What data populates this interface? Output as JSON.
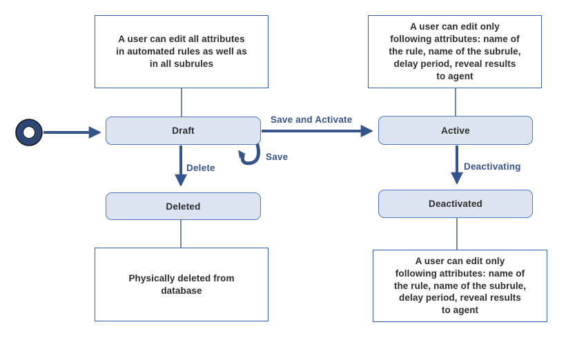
{
  "colors": {
    "state_fill": "#dbe4f0",
    "state_border": "#4a78bb",
    "note_border": "#2e5ca6",
    "arrow": "#35548c",
    "text": "#2b2b2b",
    "ring": "#2d4673",
    "ring_outline": "#16181d"
  },
  "states": {
    "draft": {
      "label": "Draft"
    },
    "active": {
      "label": "Active"
    },
    "deleted": {
      "label": "Deleted"
    },
    "deactivated": {
      "label": "Deactivated"
    }
  },
  "annotations": {
    "draft_note": {
      "text": "A user can edit all attributes\nin automated rules as well as\nin all subrules"
    },
    "active_note": {
      "text": "A user can edit only\nfollowing attributes: name of\nthe rule, name of the subrule,\ndelay period, reveal results\nto agent"
    },
    "deleted_note": {
      "text": "Physically deleted from\ndatabase"
    },
    "deactivated_note": {
      "text": "A user can edit only\nfollowing attributes: name of\nthe rule, name of the subrule,\ndelay period, reveal results\nto agent"
    }
  },
  "transitions": {
    "save_and_activate": {
      "label": "Save and Activate"
    },
    "save": {
      "label": "Save"
    },
    "delete": {
      "label": "Delete"
    },
    "deactivating": {
      "label": "Deactivating"
    }
  }
}
